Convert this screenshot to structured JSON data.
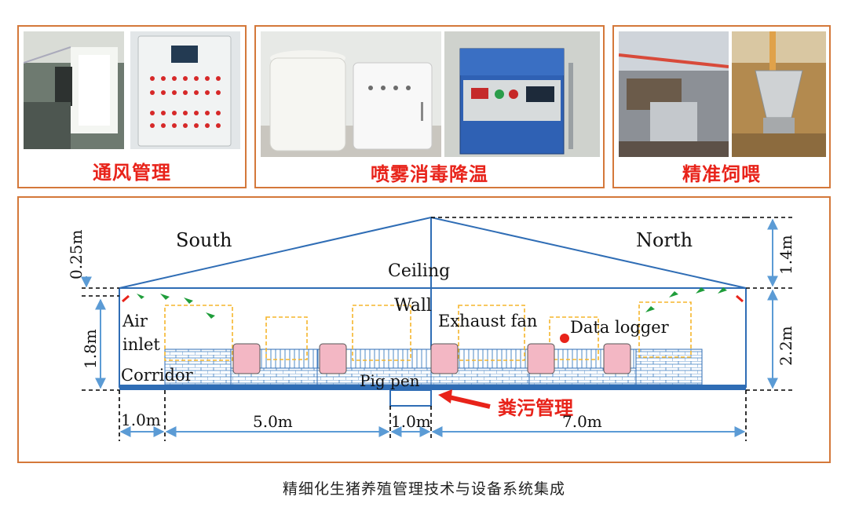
{
  "panels": {
    "ventilation": {
      "label": "通风管理"
    },
    "spray": {
      "label": "喷雾消毒降温"
    },
    "feeding": {
      "label": "精准饲喂"
    }
  },
  "diagram": {
    "south": "South",
    "north": "North",
    "ceiling": "Ceiling",
    "wall": "Wall",
    "air_inlet_1": "Air",
    "air_inlet_2": "inlet",
    "corridor": "Corridor",
    "pig_pen": "Pig pen",
    "exhaust_fan": "Exhaust fan",
    "data_logger": "Data logger",
    "manure": "粪污管理",
    "dim_roof_south": "0.25m",
    "dim_wall_south": "1.8m",
    "dim_roof_north": "1.4m",
    "dim_wall_north": "2.2m",
    "dim_1": "1.0m",
    "dim_2": "5.0m",
    "dim_3": "1.0m",
    "dim_4": "7.0m"
  },
  "caption": "精细化生猪养殖管理技术与设备系统集成",
  "colors": {
    "border": "#d4783a",
    "label": "#e8231a",
    "line": "#2f6db5",
    "dim": "#5b9bd5",
    "fan": "#f5b52c"
  }
}
